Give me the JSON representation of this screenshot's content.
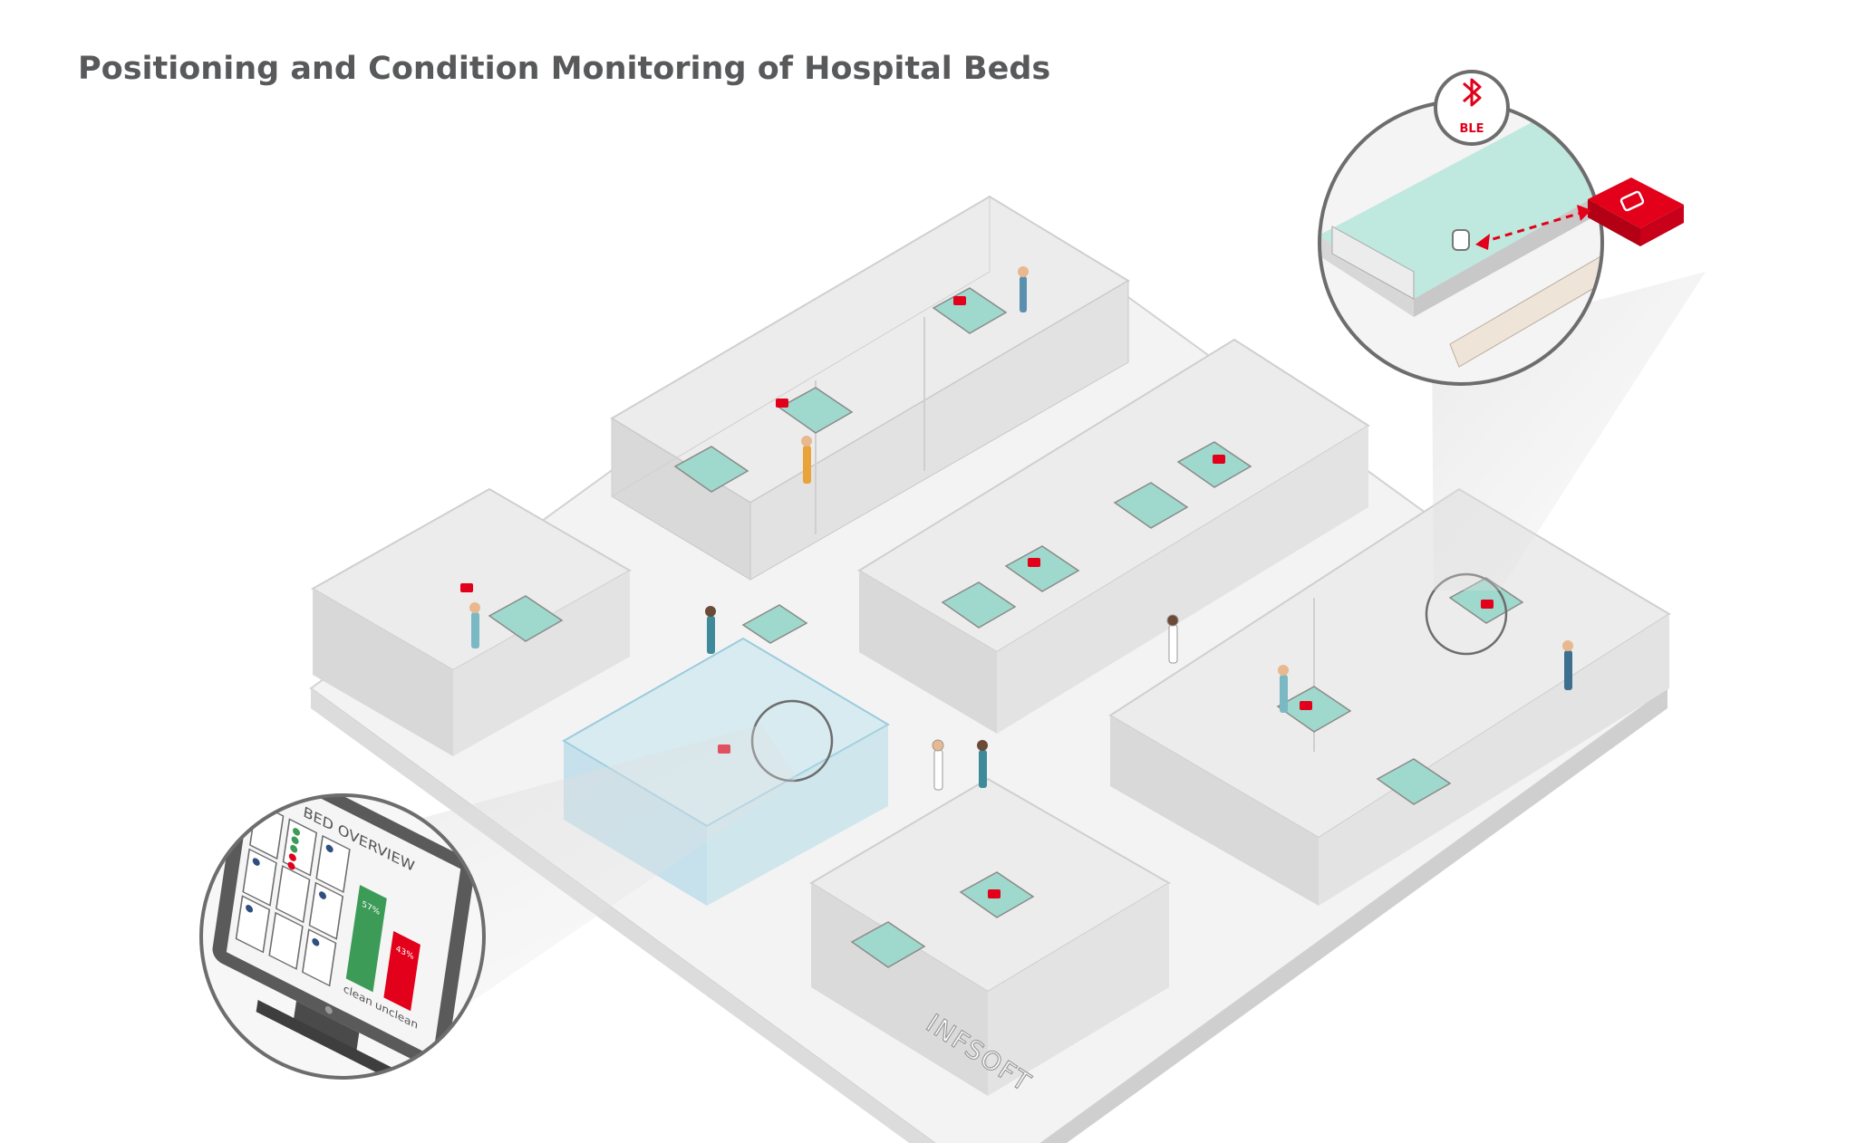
{
  "title": "Positioning and Condition Monitoring of Hospital Beds",
  "ble_badge": {
    "label": "BLE",
    "icon": "bluetooth-icon"
  },
  "monitor": {
    "heading": "BED OVERVIEW",
    "bar_labels": [
      "clean",
      "unclean"
    ],
    "bar_values": [
      "57%",
      "43%"
    ]
  },
  "watermark": "INFSOFT",
  "colors": {
    "accent": "#e2001a",
    "bed_sheet": "#9fd8cc",
    "glass_room": "#bfe3ee",
    "floor": "#f2f2f2",
    "walls": "#e6e6e6",
    "clean_bar": "#3d9b58",
    "unclean_bar": "#e2001a"
  }
}
